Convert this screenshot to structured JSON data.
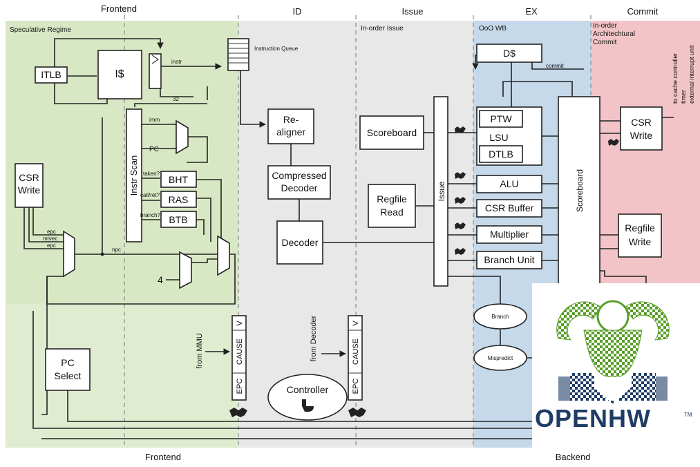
{
  "headers": {
    "frontend_top": "Frontend",
    "id": "ID",
    "issue": "Issue",
    "ex": "EX",
    "commit": "Commit",
    "frontend_bottom": "Frontend",
    "backend_bottom": "Backend"
  },
  "regions": {
    "speculative": "Speculative Regime",
    "in_order_issue": "In-order Issue",
    "ooo_wb": "OoO WB",
    "commit_l1": "In-order",
    "commit_l2": "Architechtural",
    "commit_l3": "Commit"
  },
  "right_notes": {
    "line1": "to cache controller",
    "line2": "timer",
    "line3": "external interrupt unit"
  },
  "blocks": {
    "itlb": "ITLB",
    "icache": "I$",
    "instruction_queue": "Instruction Queue",
    "instr_scan": "Instr Scan",
    "bht": "BHT",
    "ras": "RAS",
    "btb": "BTB",
    "csr_write_front_l1": "CSR",
    "csr_write_front_l2": "Write",
    "pc_select_l1": "PC",
    "pc_select_l2": "Select",
    "realigner_l1": "Re-",
    "realigner_l2": "aligner",
    "compressed_decoder_l1": "Compressed",
    "compressed_decoder_l2": "Decoder",
    "decoder": "Decoder",
    "scoreboard_issue": "Scoreboard",
    "regfile_read_l1": "Regfile",
    "regfile_read_l2": "Read",
    "issue": "Issue",
    "dcache": "D$",
    "ptw": "PTW",
    "lsu": "LSU",
    "dtlb": "DTLB",
    "alu": "ALU",
    "csr_buffer": "CSR Buffer",
    "multiplier": "Multiplier",
    "branch_unit": "Branch Unit",
    "scoreboard_commit": "Scoreboard",
    "csr_write_commit_l1": "CSR",
    "csr_write_commit_l2": "Write",
    "regfile_write_l1": "Regfile",
    "regfile_write_l2": "Write",
    "branch": "Branch",
    "mispredict": "Mispredict",
    "controller": "Controller"
  },
  "signals": {
    "instr": "instr",
    "bits32": "32",
    "imm": "imm",
    "pc": "PC",
    "taken": "taken?",
    "call_ret": "call/ret?",
    "branch_q": "branch?",
    "epc1": "epc",
    "mtvec": "mtvec",
    "epc2": "epc",
    "npc": "npc",
    "four": "4",
    "commit": "commit"
  },
  "exception": {
    "v": "V",
    "cause": "CAUSE",
    "epc": "EPC",
    "from_mmu": "from MMU",
    "from_decoder": "from Decoder"
  },
  "logo": {
    "text": "OPENHW",
    "tm": "TM",
    "green": "#5a9e2a",
    "blue": "#1f3c66"
  },
  "colors": {
    "frontend_bg": "#d9e8c4",
    "id_issue_bg": "#e8e8e8",
    "ex_bg": "#c5d9ea",
    "commit_bg": "#f2c4c8"
  }
}
